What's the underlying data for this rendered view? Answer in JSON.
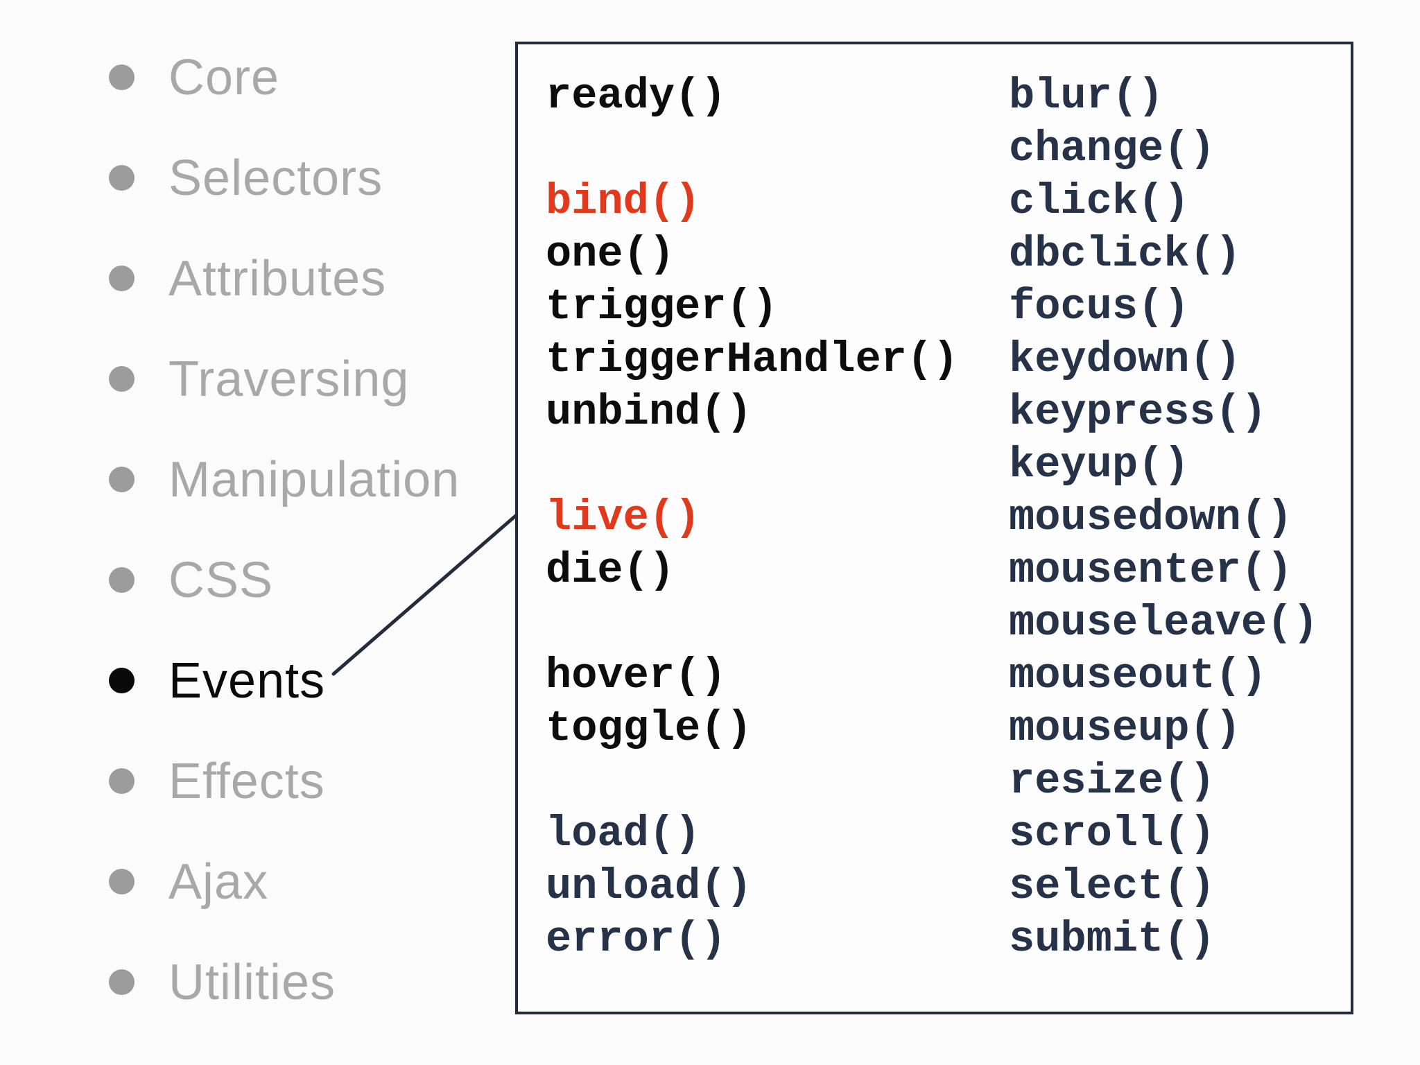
{
  "colors": {
    "page_bg": "#fbfbfc",
    "panel_bg": "#fdfdfe",
    "panel_border": "#232c3c",
    "line": "#232c3c",
    "muted": "#a8a8a8",
    "bullet": "#9c9c9c",
    "active": "#0a0a0a",
    "black": "#0d0d0d",
    "navy": "#263247",
    "red": "#e0391c"
  },
  "sidebar": {
    "items": [
      {
        "label": "Core",
        "state": "muted"
      },
      {
        "label": "Selectors",
        "state": "muted"
      },
      {
        "label": "Attributes",
        "state": "muted"
      },
      {
        "label": "Traversing",
        "state": "muted"
      },
      {
        "label": "Manipulation",
        "state": "muted"
      },
      {
        "label": "CSS",
        "state": "muted"
      },
      {
        "label": "Events",
        "state": "active"
      },
      {
        "label": "Effects",
        "state": "muted"
      },
      {
        "label": "Ajax",
        "state": "muted"
      },
      {
        "label": "Utilities",
        "state": "muted"
      }
    ]
  },
  "panel": {
    "columns": [
      {
        "name": "left",
        "items": [
          {
            "text": "ready()",
            "ink": "black"
          },
          {
            "text": "",
            "ink": "black"
          },
          {
            "text": "bind()",
            "ink": "red"
          },
          {
            "text": "one()",
            "ink": "black"
          },
          {
            "text": "trigger()",
            "ink": "black"
          },
          {
            "text": "triggerHandler()",
            "ink": "black"
          },
          {
            "text": "unbind()",
            "ink": "black"
          },
          {
            "text": "",
            "ink": "black"
          },
          {
            "text": "live()",
            "ink": "red"
          },
          {
            "text": "die()",
            "ink": "black"
          },
          {
            "text": "",
            "ink": "black"
          },
          {
            "text": "hover()",
            "ink": "black"
          },
          {
            "text": "toggle()",
            "ink": "black"
          },
          {
            "text": "",
            "ink": "black"
          },
          {
            "text": "load()",
            "ink": "navy"
          },
          {
            "text": "unload()",
            "ink": "navy"
          },
          {
            "text": "error()",
            "ink": "navy"
          }
        ]
      },
      {
        "name": "right",
        "items": [
          {
            "text": "blur()",
            "ink": "navy"
          },
          {
            "text": "change()",
            "ink": "navy"
          },
          {
            "text": "click()",
            "ink": "navy"
          },
          {
            "text": "dbclick()",
            "ink": "navy"
          },
          {
            "text": "focus()",
            "ink": "navy"
          },
          {
            "text": "keydown()",
            "ink": "navy"
          },
          {
            "text": "keypress()",
            "ink": "navy"
          },
          {
            "text": "keyup()",
            "ink": "navy"
          },
          {
            "text": "mousedown()",
            "ink": "navy"
          },
          {
            "text": "mousenter()",
            "ink": "navy"
          },
          {
            "text": "mouseleave()",
            "ink": "navy"
          },
          {
            "text": "mouseout()",
            "ink": "navy"
          },
          {
            "text": "mouseup()",
            "ink": "navy"
          },
          {
            "text": "resize()",
            "ink": "navy"
          },
          {
            "text": "scroll()",
            "ink": "navy"
          },
          {
            "text": "select()",
            "ink": "navy"
          },
          {
            "text": "submit()",
            "ink": "navy"
          }
        ]
      }
    ]
  }
}
